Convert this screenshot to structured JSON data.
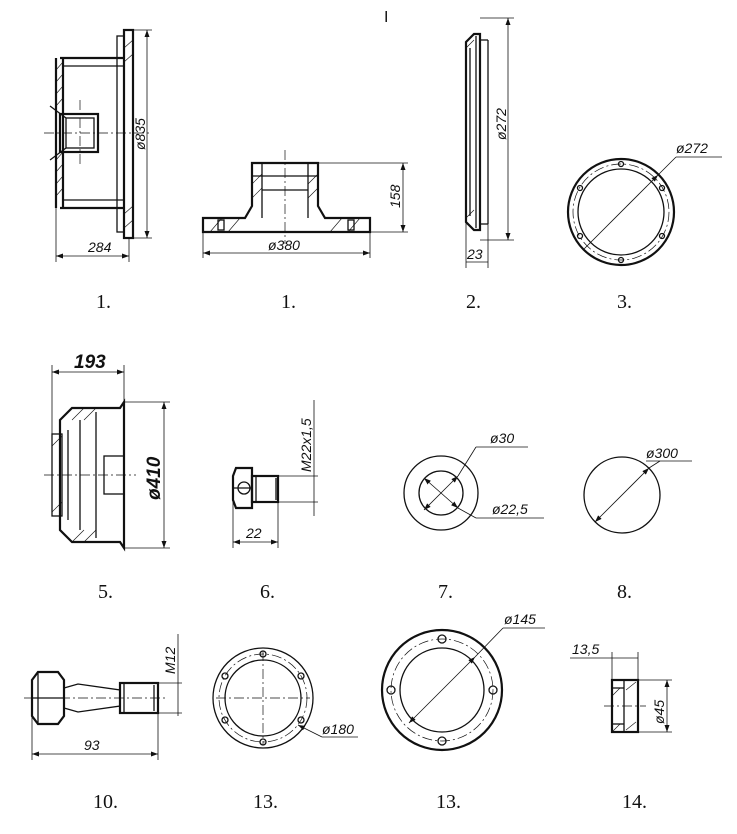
{
  "page_mark": "I",
  "parts": [
    {
      "id": "p1a",
      "label": "1.",
      "dims": [
        "ø835",
        "284"
      ]
    },
    {
      "id": "p1b",
      "label": "1.",
      "dims": [
        "158",
        "ø380"
      ]
    },
    {
      "id": "p2",
      "label": "2.",
      "dims": [
        "ø272",
        "23"
      ]
    },
    {
      "id": "p3",
      "label": "3.",
      "dims": [
        "ø272"
      ]
    },
    {
      "id": "p5",
      "label": "5.",
      "dims": [
        "193",
        "ø410"
      ]
    },
    {
      "id": "p6",
      "label": "6.",
      "dims": [
        "M22x1,5",
        "22"
      ]
    },
    {
      "id": "p7",
      "label": "7.",
      "dims": [
        "ø30",
        "ø22,5"
      ]
    },
    {
      "id": "p8",
      "label": "8.",
      "dims": [
        "ø300"
      ]
    },
    {
      "id": "p10",
      "label": "10.",
      "dims": [
        "M12",
        "93"
      ]
    },
    {
      "id": "p13a",
      "label": "13.",
      "dims": [
        "ø180"
      ]
    },
    {
      "id": "p13b",
      "label": "13.",
      "dims": [
        "ø145"
      ]
    },
    {
      "id": "p14",
      "label": "14.",
      "dims": [
        "13,5",
        "ø45"
      ]
    }
  ]
}
